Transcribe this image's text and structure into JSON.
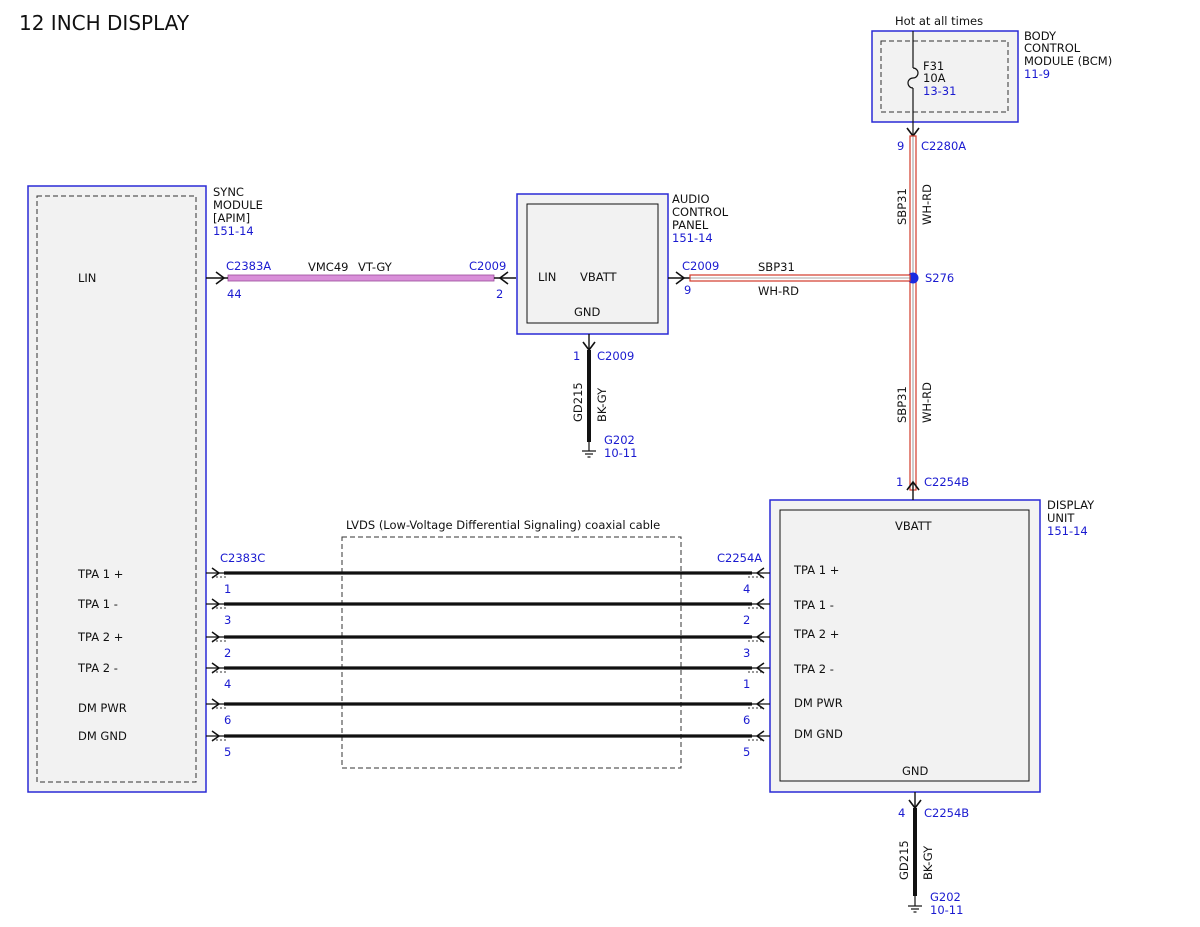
{
  "title": "12 INCH DISPLAY",
  "bcm": {
    "hot_label": "Hot at all times",
    "name_lines": [
      "BODY",
      "CONTROL",
      "MODULE (BCM)"
    ],
    "ref": "11-9",
    "fuse_name": "F31",
    "fuse_rating": "10A",
    "fuse_ref": "13-31",
    "pin": "9",
    "connector": "C2280A"
  },
  "sync": {
    "name_lines": [
      "SYNC",
      "MODULE",
      "[APIM]"
    ],
    "ref": "151-14",
    "lin_label": "LIN",
    "c_lin": "C2383A",
    "pin_lin": "44",
    "c_tpa": "C2383C",
    "pins": [
      {
        "label": "TPA 1 +",
        "pin": "1"
      },
      {
        "label": "TPA 1 -",
        "pin": "3"
      },
      {
        "label": "TPA 2 +",
        "pin": "2"
      },
      {
        "label": "TPA 2 -",
        "pin": "4"
      },
      {
        "label": "DM PWR",
        "pin": "6"
      },
      {
        "label": "DM GND",
        "pin": "5"
      }
    ]
  },
  "lin_wire": {
    "circuit": "VMC49",
    "color": "VT-GY"
  },
  "acp": {
    "name_lines": [
      "AUDIO",
      "CONTROL",
      "PANEL"
    ],
    "ref": "151-14",
    "lin_label": "LIN",
    "vbatt_label": "VBATT",
    "gnd_label": "GND",
    "c_lin": "C2009",
    "pin_lin": "2",
    "c_vbatt": "C2009",
    "pin_vbatt": "9",
    "c_gnd": "C2009",
    "pin_gnd": "1",
    "vbatt_circuit": "SBP31",
    "vbatt_color": "WH-RD",
    "gnd_circuit": "GD215",
    "gnd_color": "BK-GY",
    "ground": "G202",
    "ground_ref": "10-11"
  },
  "splice": {
    "name": "S276"
  },
  "vertical_wire": {
    "circuit": "SBP31",
    "color": "WH-RD"
  },
  "display": {
    "name_lines": [
      "DISPLAY",
      "UNIT"
    ],
    "ref": "151-14",
    "vbatt_label": "VBATT",
    "gnd_label": "GND",
    "pin_vbatt": "1",
    "c_vbatt": "C2254B",
    "c_tpa": "C2254A",
    "pins": [
      {
        "label": "TPA 1 +",
        "pin": "4"
      },
      {
        "label": "TPA 1 -",
        "pin": "2"
      },
      {
        "label": "TPA 2 +",
        "pin": "3"
      },
      {
        "label": "TPA 2 -",
        "pin": "1"
      },
      {
        "label": "DM PWR",
        "pin": "6"
      },
      {
        "label": "DM GND",
        "pin": "5"
      }
    ],
    "pin_gnd": "4",
    "c_gnd": "C2254B",
    "gnd_circuit": "GD215",
    "gnd_color": "BK-GY",
    "ground": "G202",
    "ground_ref": "10-11"
  },
  "lvds_label": "LVDS (Low-Voltage Differential Signaling) coaxial cable",
  "colors": {
    "module_border": "#2a2ad6",
    "module_fill": "#f2f2f2",
    "ref_blue": "#1a1ad0",
    "lin_wire_fill": "#d98fd9",
    "power_wire_red": "#d23a2a",
    "splice_dot": "#1a2ae0"
  }
}
